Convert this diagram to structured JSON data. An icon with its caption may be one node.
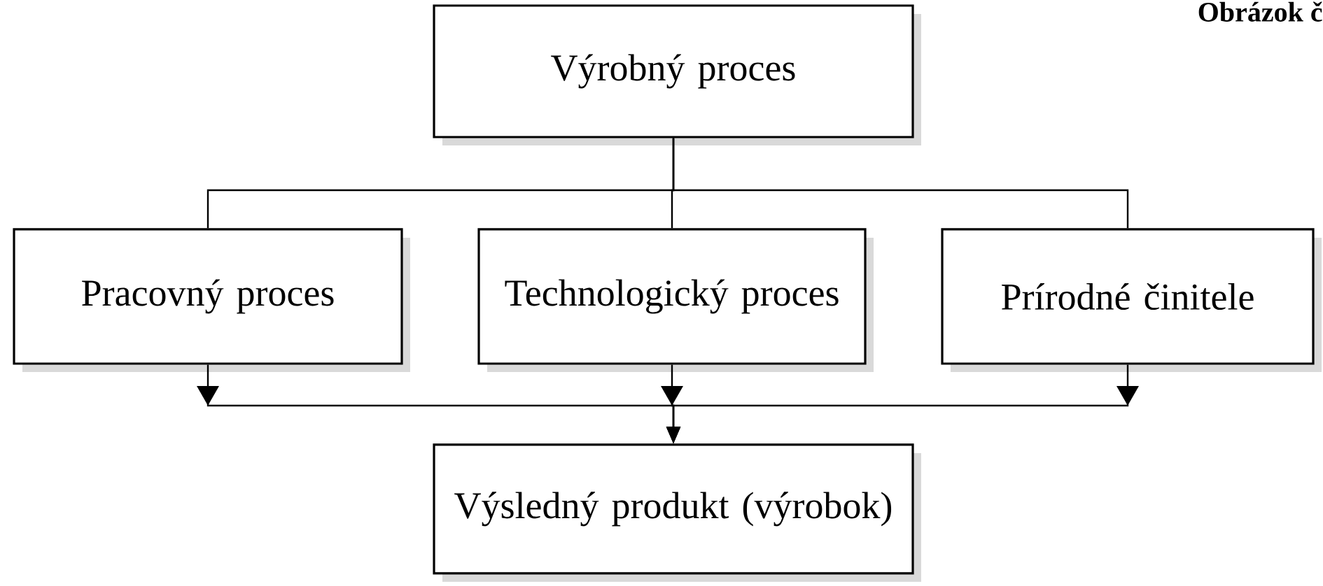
{
  "diagram": {
    "nodes": [
      {
        "text": [
          "Výrobný proces"
        ]
      },
      {
        "text": [
          "Pracovný proces"
        ]
      },
      {
        "text": [
          "Technologický proces"
        ]
      },
      {
        "text": [
          "Prírodné činitele"
        ]
      },
      {
        "text": [
          "Výsledný produkt (výrobok)"
        ]
      }
    ],
    "edges": [
      {
        "from": 0,
        "to": 1,
        "arrow": "none"
      },
      {
        "from": 0,
        "to": 2,
        "arrow": "none"
      },
      {
        "from": 0,
        "to": 3,
        "arrow": "none"
      },
      {
        "from": 1,
        "to": 4,
        "arrow": "to"
      },
      {
        "from": 2,
        "to": 4,
        "arrow": "to"
      },
      {
        "from": 3,
        "to": 4,
        "arrow": "to"
      }
    ],
    "labels": [
      "Obrázok č"
    ]
  }
}
